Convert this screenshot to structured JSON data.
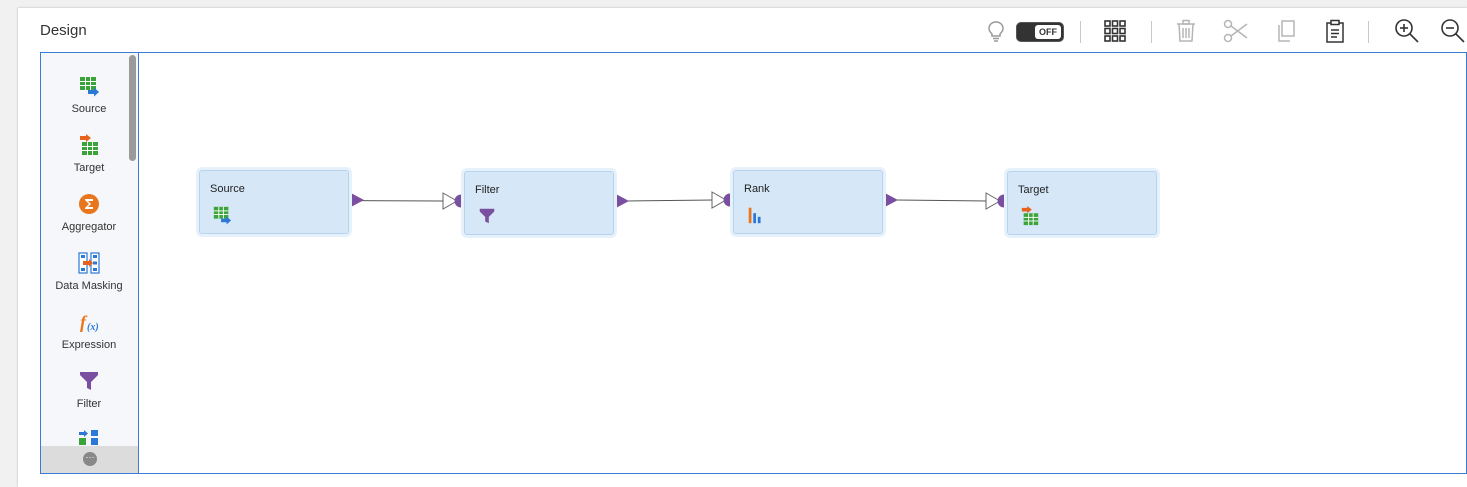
{
  "header": {
    "title": "Design",
    "toggle_label": "OFF",
    "toolbar": [
      {
        "name": "lightbulb-icon"
      },
      {
        "name": "arrange-grid-icon"
      },
      {
        "name": "delete-icon"
      },
      {
        "name": "cut-icon"
      },
      {
        "name": "copy-icon"
      },
      {
        "name": "paste-icon"
      },
      {
        "name": "zoom-in-icon"
      },
      {
        "name": "zoom-out-icon"
      }
    ]
  },
  "palette": {
    "items": [
      {
        "label": "Source",
        "icon": "source-icon"
      },
      {
        "label": "Target",
        "icon": "target-icon"
      },
      {
        "label": "Aggregator",
        "icon": "aggregator-icon"
      },
      {
        "label": "Data Masking",
        "icon": "data-masking-icon"
      },
      {
        "label": "Expression",
        "icon": "expression-icon"
      },
      {
        "label": "Filter",
        "icon": "filter-icon"
      },
      {
        "label": "",
        "icon": "joiner-icon"
      }
    ],
    "more_icon": "more-icon"
  },
  "canvas": {
    "nodes": [
      {
        "title": "Source",
        "icon": "source-icon"
      },
      {
        "title": "Filter",
        "icon": "filter-icon"
      },
      {
        "title": "Rank",
        "icon": "rank-icon"
      },
      {
        "title": "Target",
        "icon": "target-icon"
      }
    ]
  },
  "colors": {
    "accent": "#3a7bd5",
    "node_fill": "#d6e8f8",
    "port": "#7b4fa0",
    "toggle_bg": "#333333"
  }
}
